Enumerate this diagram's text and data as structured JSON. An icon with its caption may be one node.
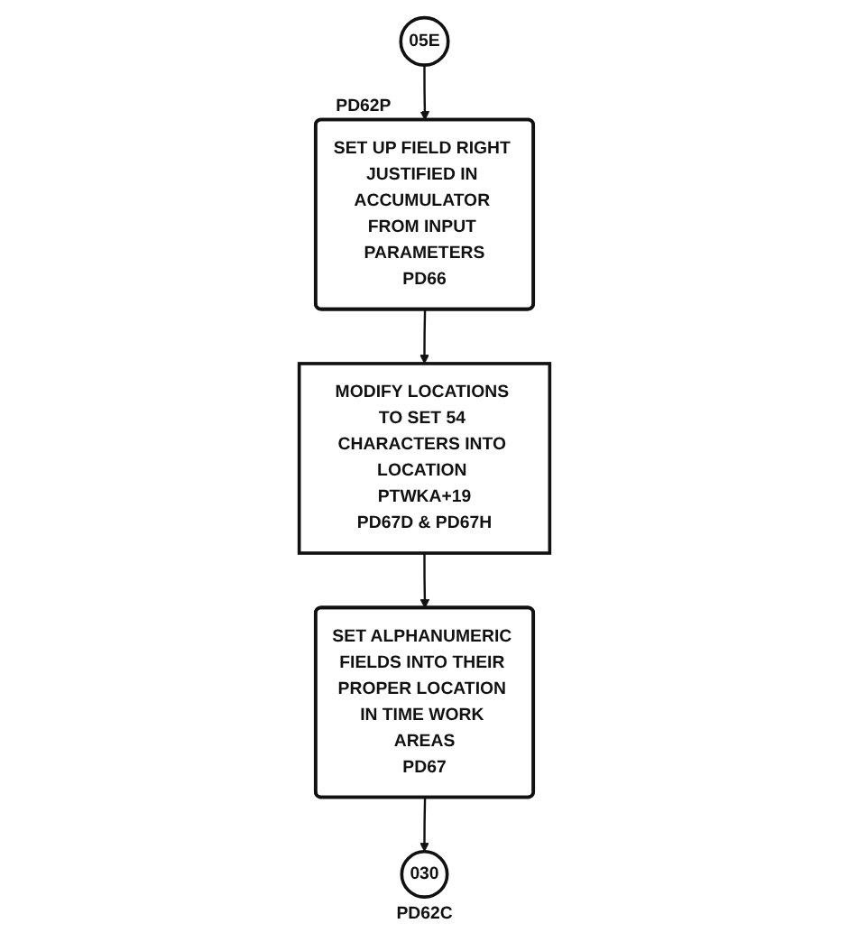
{
  "diagram": {
    "nodes": [
      {
        "text": [
          "05E"
        ]
      },
      {
        "text": [
          "SET UP FIELD RIGHT JUSTIFIED IN ACCUMULATOR FROM INPUT PARAMETERS",
          "PD66"
        ],
        "beside": [
          "PD62P"
        ]
      },
      {
        "text": [
          "MODIFY LOCATIONS TO SET 54 CHARACTERS INTO LOCATION PTWKA+19",
          "PD67D & PD67H"
        ]
      },
      {
        "text": [
          "SET ALPHANUMERIC FIELDS INTO THEIR PROPER LOCATION IN TIME WORK AREAS",
          "PD67"
        ]
      },
      {
        "text": [
          "030"
        ],
        "beside": [
          "PD62C"
        ]
      }
    ],
    "edges": [
      {
        "from": 0,
        "to": 1,
        "arrow": "to"
      },
      {
        "from": 1,
        "to": 2,
        "arrow": "to"
      },
      {
        "from": 2,
        "to": 3,
        "arrow": "to"
      },
      {
        "from": 3,
        "to": 4,
        "arrow": "to"
      }
    ]
  }
}
